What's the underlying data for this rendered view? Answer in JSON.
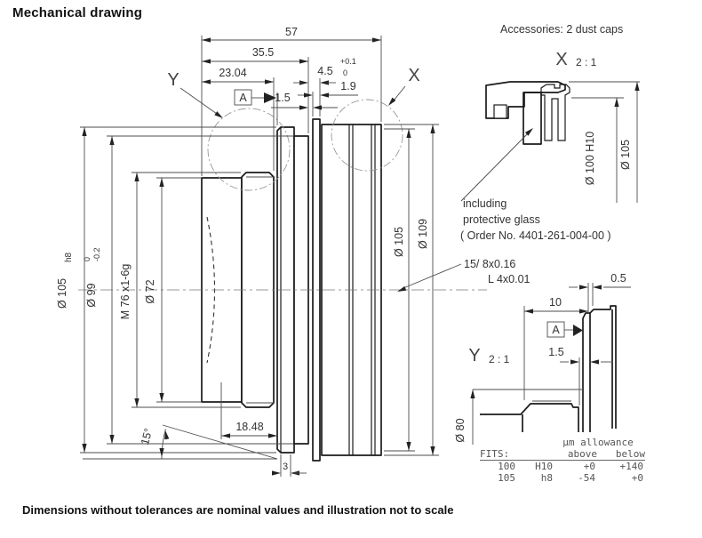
{
  "title": "Mechanical drawing",
  "footer_note": "Dimensions without tolerances are nominal values and illustration not to scale",
  "accessories_note": "Accessories: 2 dust caps",
  "colors": {
    "line": "#1b1b1b",
    "thin_line": "#4d4d4d",
    "dim_text": "#333333",
    "table_text": "#555555",
    "dashed_circle": "#999999",
    "background": "#ffffff"
  },
  "main_view": {
    "detail_marker_x": "X",
    "detail_marker_y": "Y",
    "datum_label": "A",
    "dims": {
      "overall_length": "57",
      "len_35_5": "35.5",
      "len_23_04": "23.04",
      "len_4_5": "4.5",
      "len_4_5_tol_up": "+0.1",
      "len_4_5_tol_low": "0",
      "len_1_9": "1.9",
      "len_1_5": "1.5",
      "dia_105_left": "Ø 105",
      "dia_105_left_fit": "h8",
      "dia_99": "Ø 99",
      "dia_99_tol_up": "0",
      "dia_99_tol_low": "-0.2",
      "thread_m76": "M 76 x1-6g",
      "dia_72": "Ø 72",
      "dia_105_right": "Ø 105",
      "dia_109": "Ø 109",
      "len_18_48": "18.48",
      "len_3": "3",
      "angle_15": "15°"
    },
    "surface_note_line1": "15/ 8x0.16",
    "surface_note_line2": "L 4x0.01"
  },
  "detail_x": {
    "marker": "X",
    "scale": "2 : 1",
    "dia_100": "Ø 100 H10",
    "dia_105": "Ø 105",
    "glass_note_line1": "including",
    "glass_note_line2": "protective glass",
    "glass_note_line3": "( Order No. 4401-261-004-00 )"
  },
  "detail_y": {
    "marker": "Y",
    "scale": "2 : 1",
    "datum_label": "A",
    "dims": {
      "len_0_5": "0.5",
      "len_10": "10",
      "len_1_5": "1.5",
      "dia_80": "Ø 80"
    }
  },
  "fits_table": {
    "unit_header": "µm allowance",
    "label": "FITS:",
    "col_above": "above",
    "col_below": "below",
    "rows": [
      {
        "size": "100",
        "fit": "H10",
        "above": "+0",
        "below": "+140"
      },
      {
        "size": "105",
        "fit": "h8",
        "above": "-54",
        "below": "+0"
      }
    ]
  }
}
